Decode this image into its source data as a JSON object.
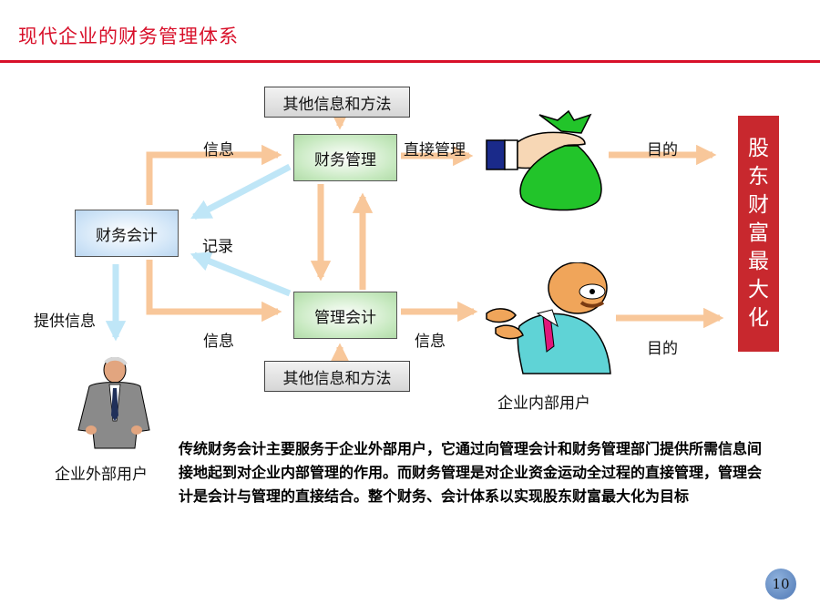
{
  "title": "现代企业的财务管理体系",
  "nodes": {
    "financial_management": "财务管理",
    "management_accounting": "管理会计",
    "financial_accounting": "财务会计",
    "other_info_top": "其他信息和方法",
    "other_info_bottom": "其他信息和方法"
  },
  "edge_labels": {
    "info_top": "信息",
    "direct_management": "直接管理",
    "goal_top": "目的",
    "record": "记录",
    "provide_info": "提供信息",
    "info_bottom_left": "信息",
    "info_bottom_right": "信息",
    "goal_bottom": "目的"
  },
  "users": {
    "external": "企业外部用户",
    "internal": "企业内部用户"
  },
  "goal_banner": [
    "股",
    "东",
    "财",
    "富",
    "最",
    "大",
    "化"
  ],
  "description": "传统财务会计主要服务于企业外部用户，它通过向管理会计和财务管理部门提供所需信息间接地起到对企业内部管理的作用。而财务管理是对企业资金运动全过程的直接管理，管理会计是会计与管理的直接结合。整个财务、会计体系以实现股东财富最大化为目标",
  "page_number": "10",
  "colors": {
    "accent_red": "#d8102a",
    "arrow_orange": "#f8c79a",
    "arrow_blue": "#bfe6f7",
    "banner_red": "#c8282e",
    "money_bag_green": "#22c42a"
  },
  "icons": [
    "money-bag-icon",
    "external-user-icon",
    "internal-user-icon"
  ]
}
